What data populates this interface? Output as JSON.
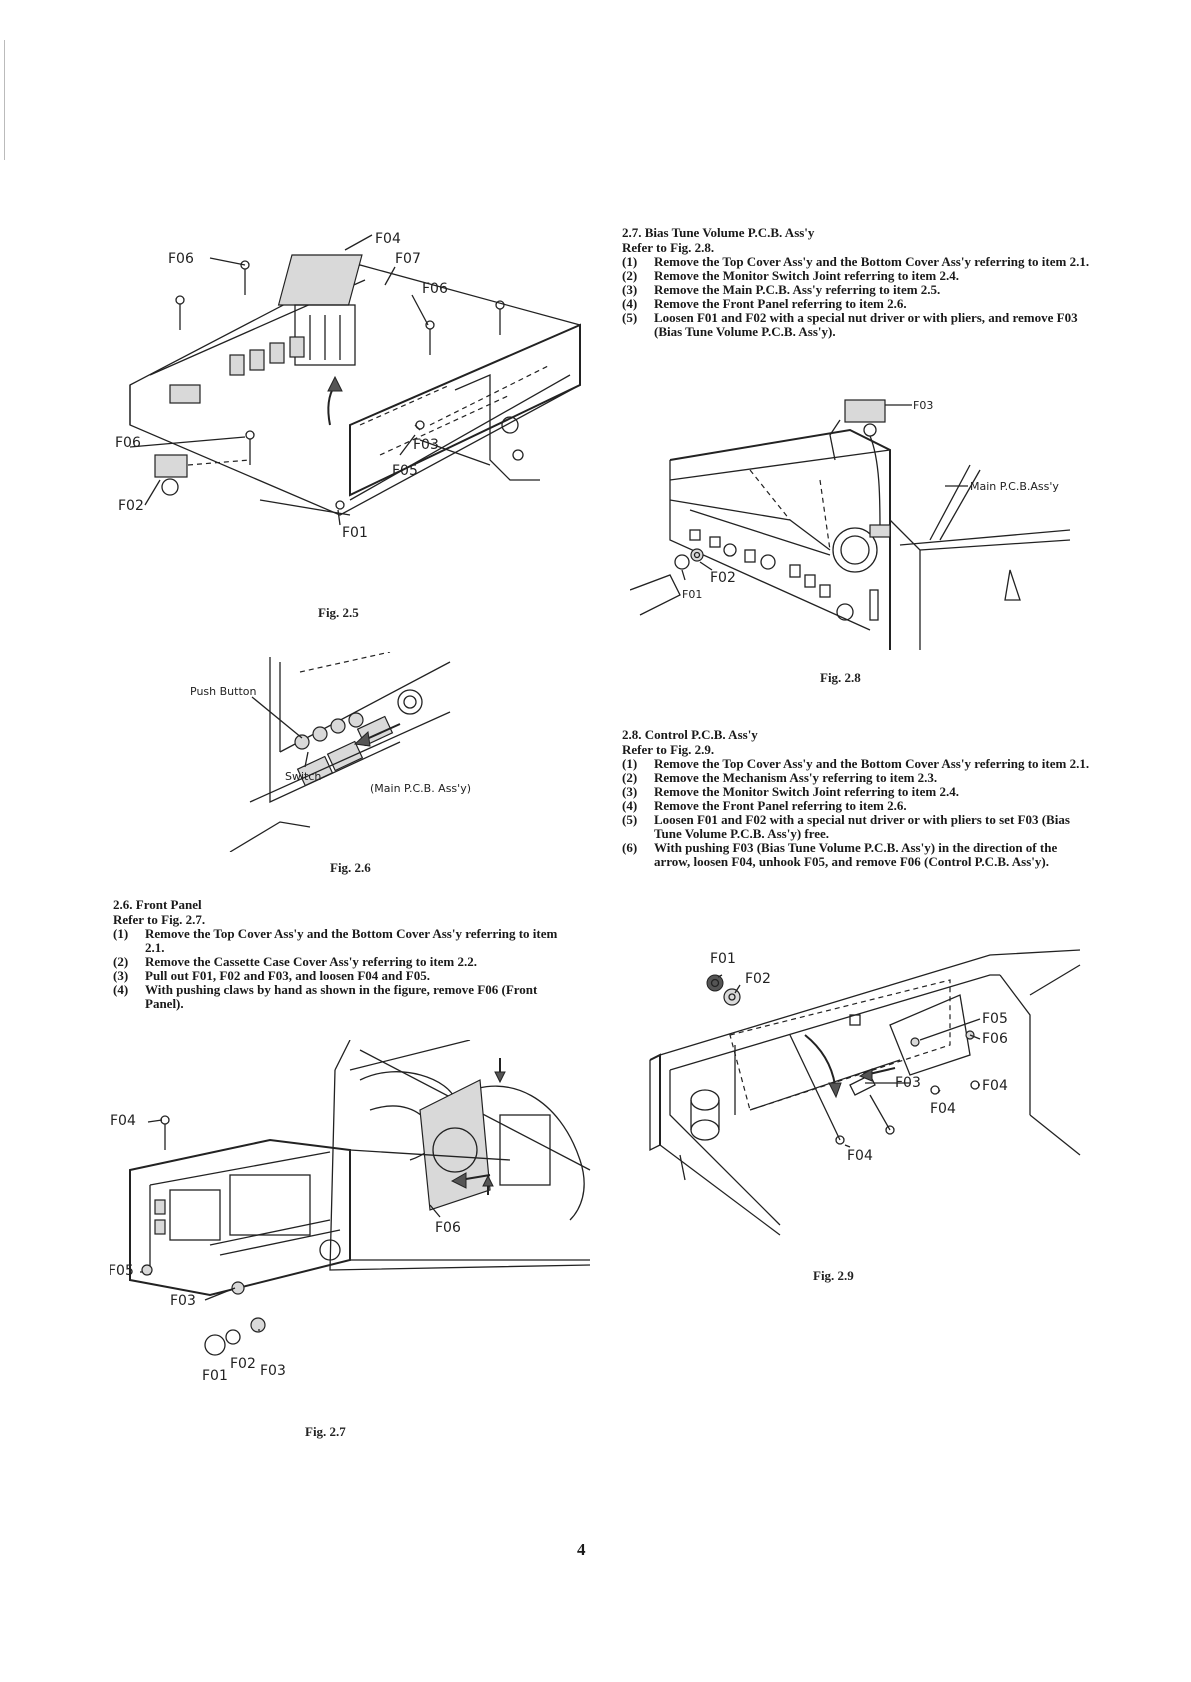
{
  "figures": {
    "fig25": {
      "caption": "Fig. 2.5",
      "labels": {
        "f04": "F04",
        "f06a": "F06",
        "f07": "F07",
        "f06b": "F06",
        "f03": "F03",
        "f06c": "F06",
        "f05": "F05",
        "f02": "F02",
        "f01": "F01"
      }
    },
    "fig26": {
      "caption": "Fig. 2.6",
      "labels": {
        "push_button": "Push Button",
        "switch": "Switch",
        "main_pcb": "(Main P.C.B. Ass'y)"
      }
    },
    "fig27": {
      "caption": "Fig. 2.7",
      "labels": {
        "f04": "F04",
        "f06": "F06",
        "f05": "F05",
        "f03a": "F03",
        "f02": "F02",
        "f03b": "F03",
        "f01": "F01"
      }
    },
    "fig28": {
      "caption": "Fig. 2.8",
      "labels": {
        "f03": "F03",
        "main_pcb": "Main P.C.B.Ass'y",
        "f02": "F02",
        "f01": "F01"
      }
    },
    "fig29": {
      "caption": "Fig. 2.9",
      "labels": {
        "f01": "F01",
        "f02": "F02",
        "f05": "F05",
        "f06": "F06",
        "f03": "F03",
        "f04a": "F04",
        "f04b": "F04",
        "f04c": "F04"
      }
    }
  },
  "sections": {
    "s26": {
      "heading": "2.6. Front Panel",
      "ref": "Refer to Fig. 2.7.",
      "steps": [
        {
          "num": "(1)",
          "text": "Remove the Top Cover Ass'y and the Bottom Cover Ass'y referring to item 2.1."
        },
        {
          "num": "(2)",
          "text": "Remove the Cassette Case Cover Ass'y referring to item 2.2."
        },
        {
          "num": "(3)",
          "text": "Pull out F01, F02 and F03, and loosen F04 and F05."
        },
        {
          "num": "(4)",
          "text": "With pushing claws by hand as shown in the figure, remove F06 (Front Panel)."
        }
      ]
    },
    "s27": {
      "heading": "2.7. Bias Tune Volume P.C.B. Ass'y",
      "ref": "Refer to Fig. 2.8.",
      "steps": [
        {
          "num": "(1)",
          "text": "Remove the Top Cover Ass'y and the Bottom Cover Ass'y referring to item 2.1."
        },
        {
          "num": "(2)",
          "text": "Remove the Monitor Switch Joint referring to item 2.4."
        },
        {
          "num": "(3)",
          "text": "Remove the Main P.C.B. Ass'y referring to item 2.5."
        },
        {
          "num": "(4)",
          "text": "Remove the Front Panel referring to item 2.6."
        },
        {
          "num": "(5)",
          "text": "Loosen F01 and F02 with a special nut driver or with pliers, and remove F03 (Bias Tune Volume P.C.B. Ass'y)."
        }
      ]
    },
    "s28": {
      "heading": "2.8. Control P.C.B. Ass'y",
      "ref": "Refer to Fig. 2.9.",
      "steps": [
        {
          "num": "(1)",
          "text": "Remove the Top Cover Ass'y and the Bottom Cover Ass'y referring to item 2.1."
        },
        {
          "num": "(2)",
          "text": "Remove the Mechanism Ass'y referring to item 2.3."
        },
        {
          "num": "(3)",
          "text": "Remove the Monitor Switch Joint referring to item 2.4."
        },
        {
          "num": "(4)",
          "text": "Remove the Front Panel referring to item 2.6."
        },
        {
          "num": "(5)",
          "text": "Loosen F01 and F02 with a special nut driver or with pliers to set F03 (Bias Tune Volume P.C.B. Ass'y) free."
        },
        {
          "num": "(6)",
          "text": "With pushing F03 (Bias Tune Volume P.C.B. Ass'y) in the direction of the arrow, loosen F04, unhook F05, and remove F06 (Control P.C.B. Ass'y)."
        }
      ]
    }
  },
  "page_number": "4"
}
